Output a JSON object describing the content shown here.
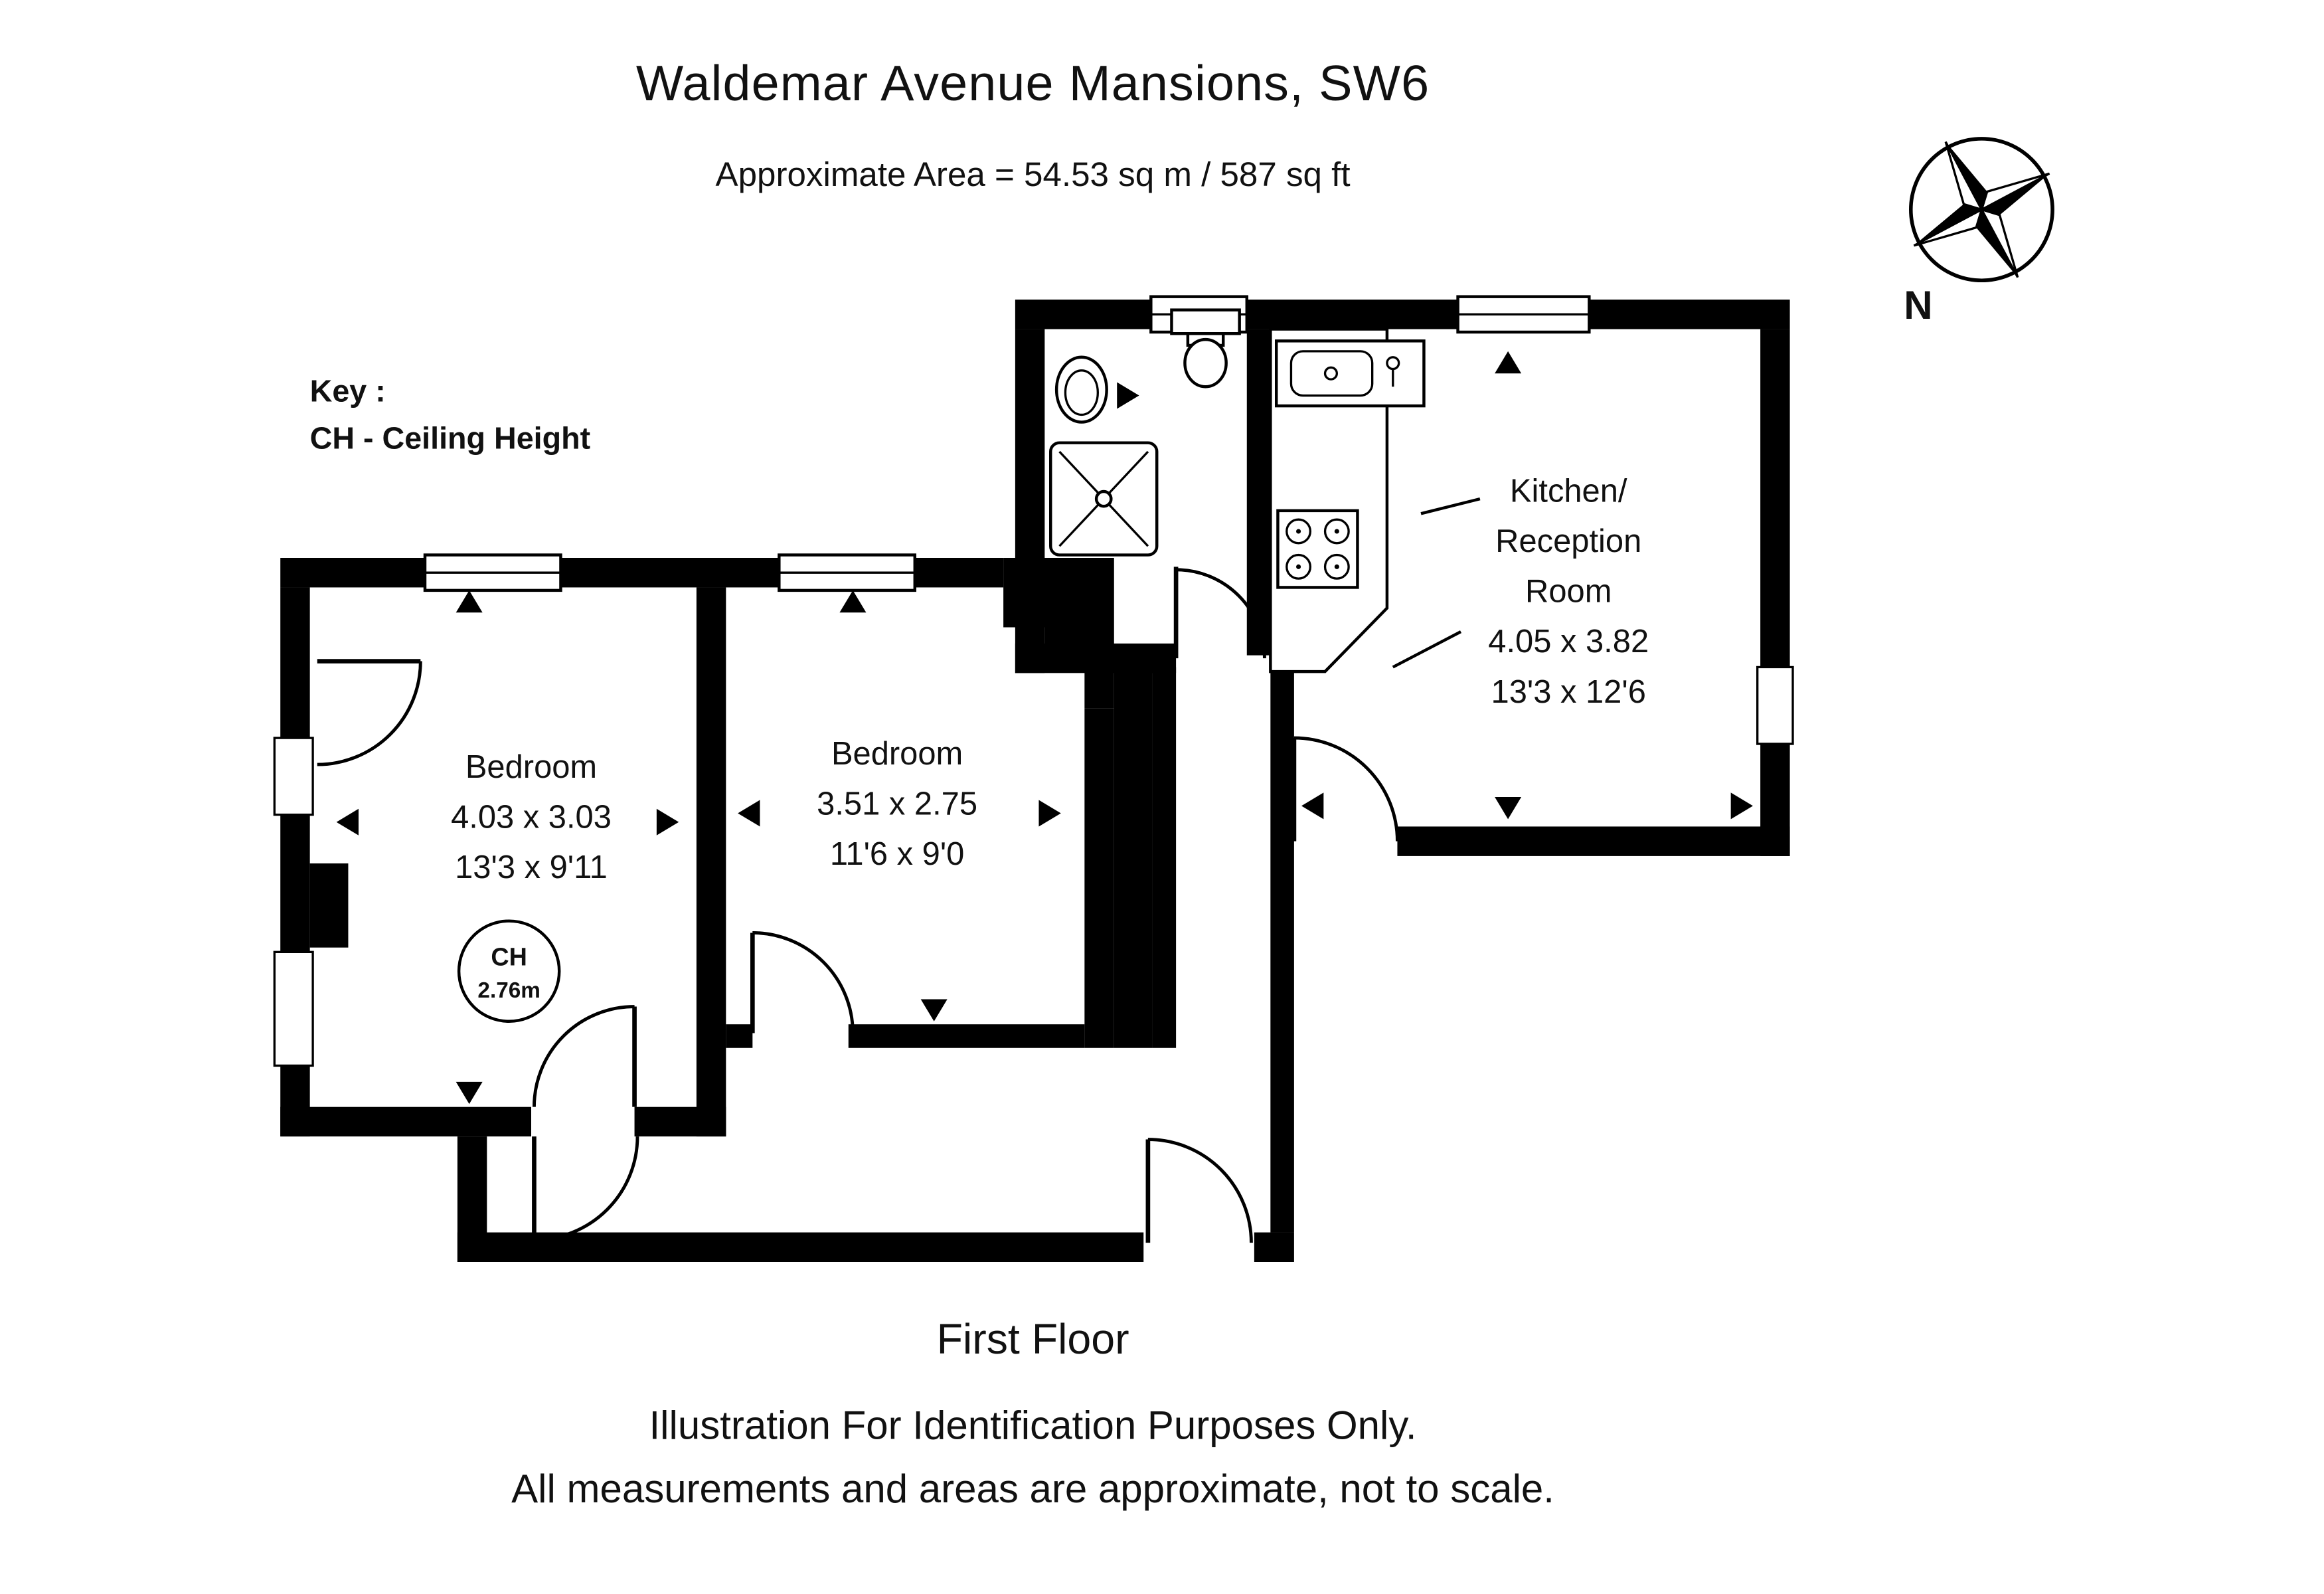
{
  "header": {
    "title": "Waldemar Avenue Mansions, SW6",
    "subtitle": "Approximate Area =  54.53 sq m / 587 sq ft"
  },
  "compass": {
    "north_label": "N"
  },
  "key": {
    "heading": "Key :",
    "ceiling_height": "CH - Ceiling Height"
  },
  "rooms": {
    "bedroom1": {
      "name": "Bedroom",
      "size_m": "4.03 x 3.03",
      "size_ft": "13'3 x 9'11"
    },
    "bedroom2": {
      "name": "Bedroom",
      "size_m": "3.51 x 2.75",
      "size_ft": "11'6 x 9'0"
    },
    "kitchen": {
      "name_line1": "Kitchen/",
      "name_line2": "Reception",
      "name_line3": "Room",
      "size_m": "4.05 x 3.82",
      "size_ft": "13'3 x 12'6"
    }
  },
  "ceiling": {
    "label": "CH",
    "value": "2.76m"
  },
  "footer": {
    "floor": "First Floor",
    "disclaimer_line1": "Illustration For Identification Purposes Only.",
    "disclaimer_line2": "All measurements and areas are approximate, not to scale."
  },
  "colors": {
    "wall": "#000000",
    "background": "#ffffff",
    "text": "#111111"
  }
}
